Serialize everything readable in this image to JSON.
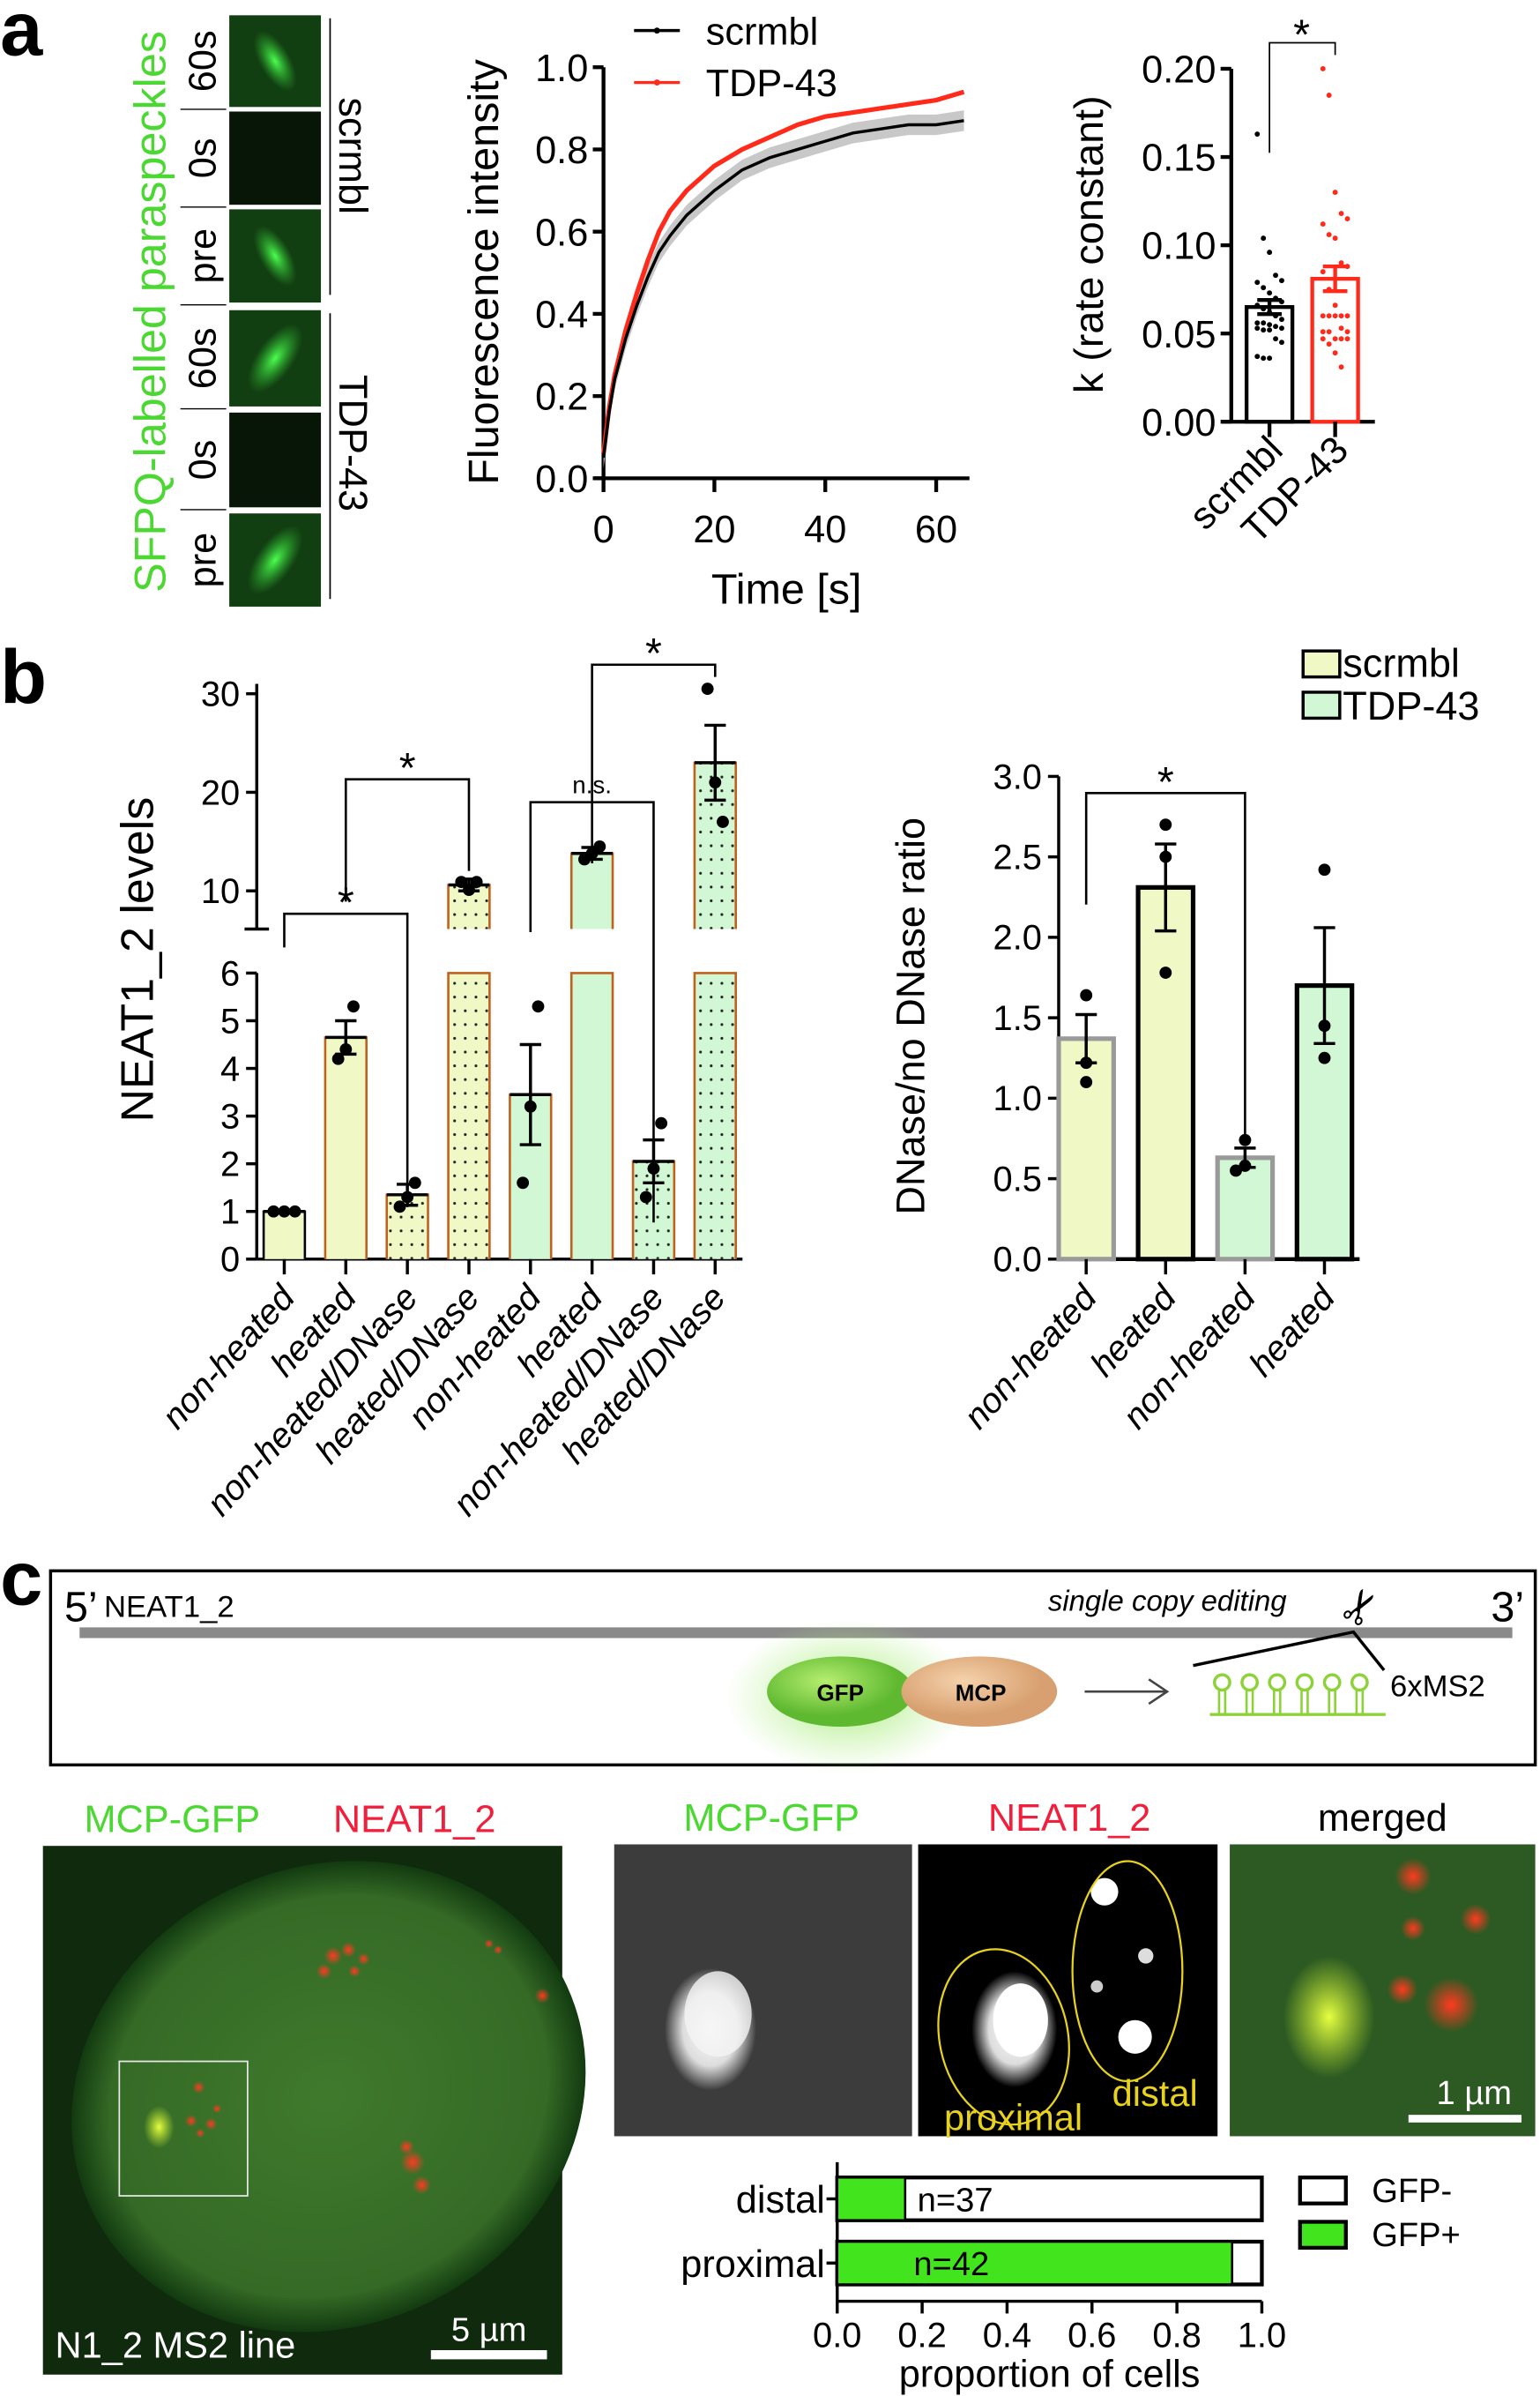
{
  "panel_labels": {
    "a": "a",
    "b": "b",
    "c": "c"
  },
  "colors": {
    "scrmbl_line": "#000000",
    "tdp43_line": "#ff2a1a",
    "scrmbl_fill": "#f0f9c6",
    "tdp43_fill": "#d2f7d4",
    "bar_outline": "#c0611c",
    "gfp_green": "#42e41e",
    "label_green": "#4cd832",
    "label_red": "#f0203c",
    "annotation_yellow": "#e8d21e"
  },
  "panel_a": {
    "side_label": "SFPQ-labelled paraspeckles",
    "frame_labels": [
      "60s",
      "0s",
      "pre",
      "60s",
      "0s",
      "pre"
    ],
    "group_labels": [
      "scrmbl",
      "TDP-43"
    ]
  },
  "panel_b": {
    "legend": [
      "scrmbl",
      "TDP-43"
    ]
  },
  "panel_c": {
    "diagram": {
      "five_prime": "5’",
      "gene": "NEAT1_2",
      "editing": "single copy editing",
      "three_prime": "3’",
      "gfp": "GFP",
      "mcp": "MCP",
      "ms2": "6xMS2",
      "scissors_icon": "scissors"
    },
    "overview": {
      "label_green": "MCP-GFP",
      "label_red": "NEAT1_2",
      "caption": "N1_2 MS2 line",
      "scale": "5 µm"
    },
    "zoom_panels": {
      "gfp": "MCP-GFP",
      "neat": "NEAT1_2",
      "merged": "merged",
      "proximal": "proximal",
      "distal": "distal",
      "scale": "1 µm"
    }
  },
  "chart_data": [
    {
      "type": "line",
      "xlabel": "Time [s]",
      "ylabel": "Fluorescence intensity",
      "xlim": [
        0,
        65
      ],
      "ylim": [
        0,
        1.0
      ],
      "xticks": [
        "0",
        "20",
        "40",
        "60"
      ],
      "yticks": [
        "0.0",
        "0.2",
        "0.4",
        "0.6",
        "0.8",
        "1.0"
      ],
      "legend": "top",
      "series": [
        {
          "name": "scrmbl",
          "x": [
            0,
            1,
            2,
            4,
            6,
            8,
            10,
            12,
            15,
            20,
            25,
            30,
            35,
            40,
            45,
            50,
            55,
            60,
            65
          ],
          "y": [
            0.05,
            0.16,
            0.24,
            0.34,
            0.42,
            0.49,
            0.55,
            0.59,
            0.64,
            0.7,
            0.75,
            0.78,
            0.8,
            0.82,
            0.84,
            0.85,
            0.86,
            0.86,
            0.87
          ],
          "sem": 0.025
        },
        {
          "name": "TDP-43",
          "x": [
            0,
            1,
            2,
            4,
            6,
            8,
            10,
            12,
            15,
            20,
            25,
            30,
            35,
            40,
            45,
            50,
            55,
            60,
            65
          ],
          "y": [
            0.06,
            0.17,
            0.25,
            0.36,
            0.45,
            0.53,
            0.6,
            0.65,
            0.7,
            0.76,
            0.8,
            0.83,
            0.86,
            0.88,
            0.89,
            0.9,
            0.91,
            0.92,
            0.94
          ]
        }
      ]
    },
    {
      "type": "bar",
      "ylabel": "k (rate constant)",
      "ylim": [
        0,
        0.2
      ],
      "yticks": [
        "0.00",
        "0.05",
        "0.10",
        "0.15",
        "0.20"
      ],
      "categories": [
        "scrmbl",
        "TDP-43"
      ],
      "values": [
        0.065,
        0.081
      ],
      "sem": [
        0.004,
        0.007
      ],
      "points": [
        [
          0.163,
          0.104,
          0.096,
          0.083,
          0.08,
          0.079,
          0.076,
          0.073,
          0.07,
          0.068,
          0.066,
          0.064,
          0.062,
          0.06,
          0.058,
          0.056,
          0.056,
          0.055,
          0.054,
          0.053,
          0.053,
          0.052,
          0.052,
          0.047,
          0.045,
          0.037,
          0.036,
          0.036
        ],
        [
          0.2,
          0.185,
          0.13,
          0.118,
          0.115,
          0.112,
          0.106,
          0.104,
          0.09,
          0.088,
          0.085,
          0.075,
          0.066,
          0.06,
          0.06,
          0.06,
          0.06,
          0.06,
          0.053,
          0.051,
          0.051,
          0.051,
          0.047,
          0.047,
          0.047,
          0.047,
          0.044,
          0.039,
          0.031
        ]
      ],
      "significance": [
        {
          "from": 0,
          "to": 1,
          "label": "*"
        }
      ]
    },
    {
      "type": "bar",
      "ylabel": "NEAT1_2 levels",
      "axis_break": [
        6,
        10
      ],
      "yticks_lower": [
        "0",
        "1",
        "2",
        "3",
        "4",
        "5",
        "6"
      ],
      "yticks_upper": [
        "10",
        "20",
        "30"
      ],
      "categories": [
        "non-heated",
        "heated",
        "non-heated/DNase",
        "heated/DNase",
        "non-heated",
        "heated",
        "non-heated/DNase",
        "heated/DNase"
      ],
      "groups": [
        "scrmbl",
        "scrmbl",
        "scrmbl",
        "scrmbl",
        "TDP-43",
        "TDP-43",
        "TDP-43",
        "TDP-43"
      ],
      "dnase": [
        false,
        false,
        true,
        true,
        false,
        false,
        true,
        true
      ],
      "values": [
        1.0,
        4.65,
        1.35,
        10.6,
        3.45,
        13.8,
        2.05,
        23.0
      ],
      "sem": [
        0,
        0.35,
        0.22,
        0.6,
        1.05,
        0.6,
        0.45,
        3.8
      ],
      "points": [
        [
          1,
          1,
          1
        ],
        [
          4.2,
          4.4,
          5.3
        ],
        [
          1.1,
          1.3,
          1.6
        ],
        [
          10.9,
          10.1,
          10.9
        ],
        [
          1.6,
          3.2,
          5.3
        ],
        [
          13.2,
          13.8,
          14.5
        ],
        [
          1.3,
          1.9,
          2.85
        ],
        [
          30.5,
          21,
          17
        ]
      ],
      "significance": [
        {
          "from": 0,
          "to": 2,
          "label": "*"
        },
        {
          "from": 1,
          "to": 3,
          "label": "*"
        },
        {
          "from": 4,
          "to": 6,
          "label": "n.s."
        },
        {
          "from": 5,
          "to": 7,
          "label": "*"
        }
      ]
    },
    {
      "type": "bar",
      "ylabel": "DNase/no DNase ratio",
      "ylim": [
        0,
        3.0
      ],
      "yticks": [
        "0.0",
        "0.5",
        "1.0",
        "1.5",
        "2.0",
        "2.5",
        "3.0"
      ],
      "categories": [
        "non-heated",
        "heated",
        "non-heated",
        "heated"
      ],
      "groups": [
        "scrmbl",
        "scrmbl",
        "TDP-43",
        "TDP-43"
      ],
      "values": [
        1.37,
        2.31,
        0.63,
        1.7
      ],
      "sem": [
        0.15,
        0.27,
        0.06,
        0.36
      ],
      "points": [
        [
          1.64,
          1.22,
          1.1
        ],
        [
          2.7,
          2.5,
          1.78
        ],
        [
          0.74,
          0.58,
          0.55
        ],
        [
          2.42,
          1.45,
          1.25
        ]
      ],
      "significance": [
        {
          "from": 0,
          "to": 2,
          "label": "*"
        }
      ]
    },
    {
      "type": "bar",
      "orientation": "horizontal",
      "stacked": true,
      "xlabel": "proportion of cells",
      "xlim": [
        0,
        1.0
      ],
      "xticks": [
        "0.0",
        "0.2",
        "0.4",
        "0.6",
        "0.8",
        "1.0"
      ],
      "categories": [
        "distal",
        "proximal"
      ],
      "n_labels": [
        "n=37",
        "n=42"
      ],
      "legend": "right",
      "series": [
        {
          "name": "GFP+",
          "values": [
            0.16,
            0.93
          ]
        },
        {
          "name": "GFP-",
          "values": [
            0.84,
            0.07
          ]
        }
      ]
    }
  ]
}
